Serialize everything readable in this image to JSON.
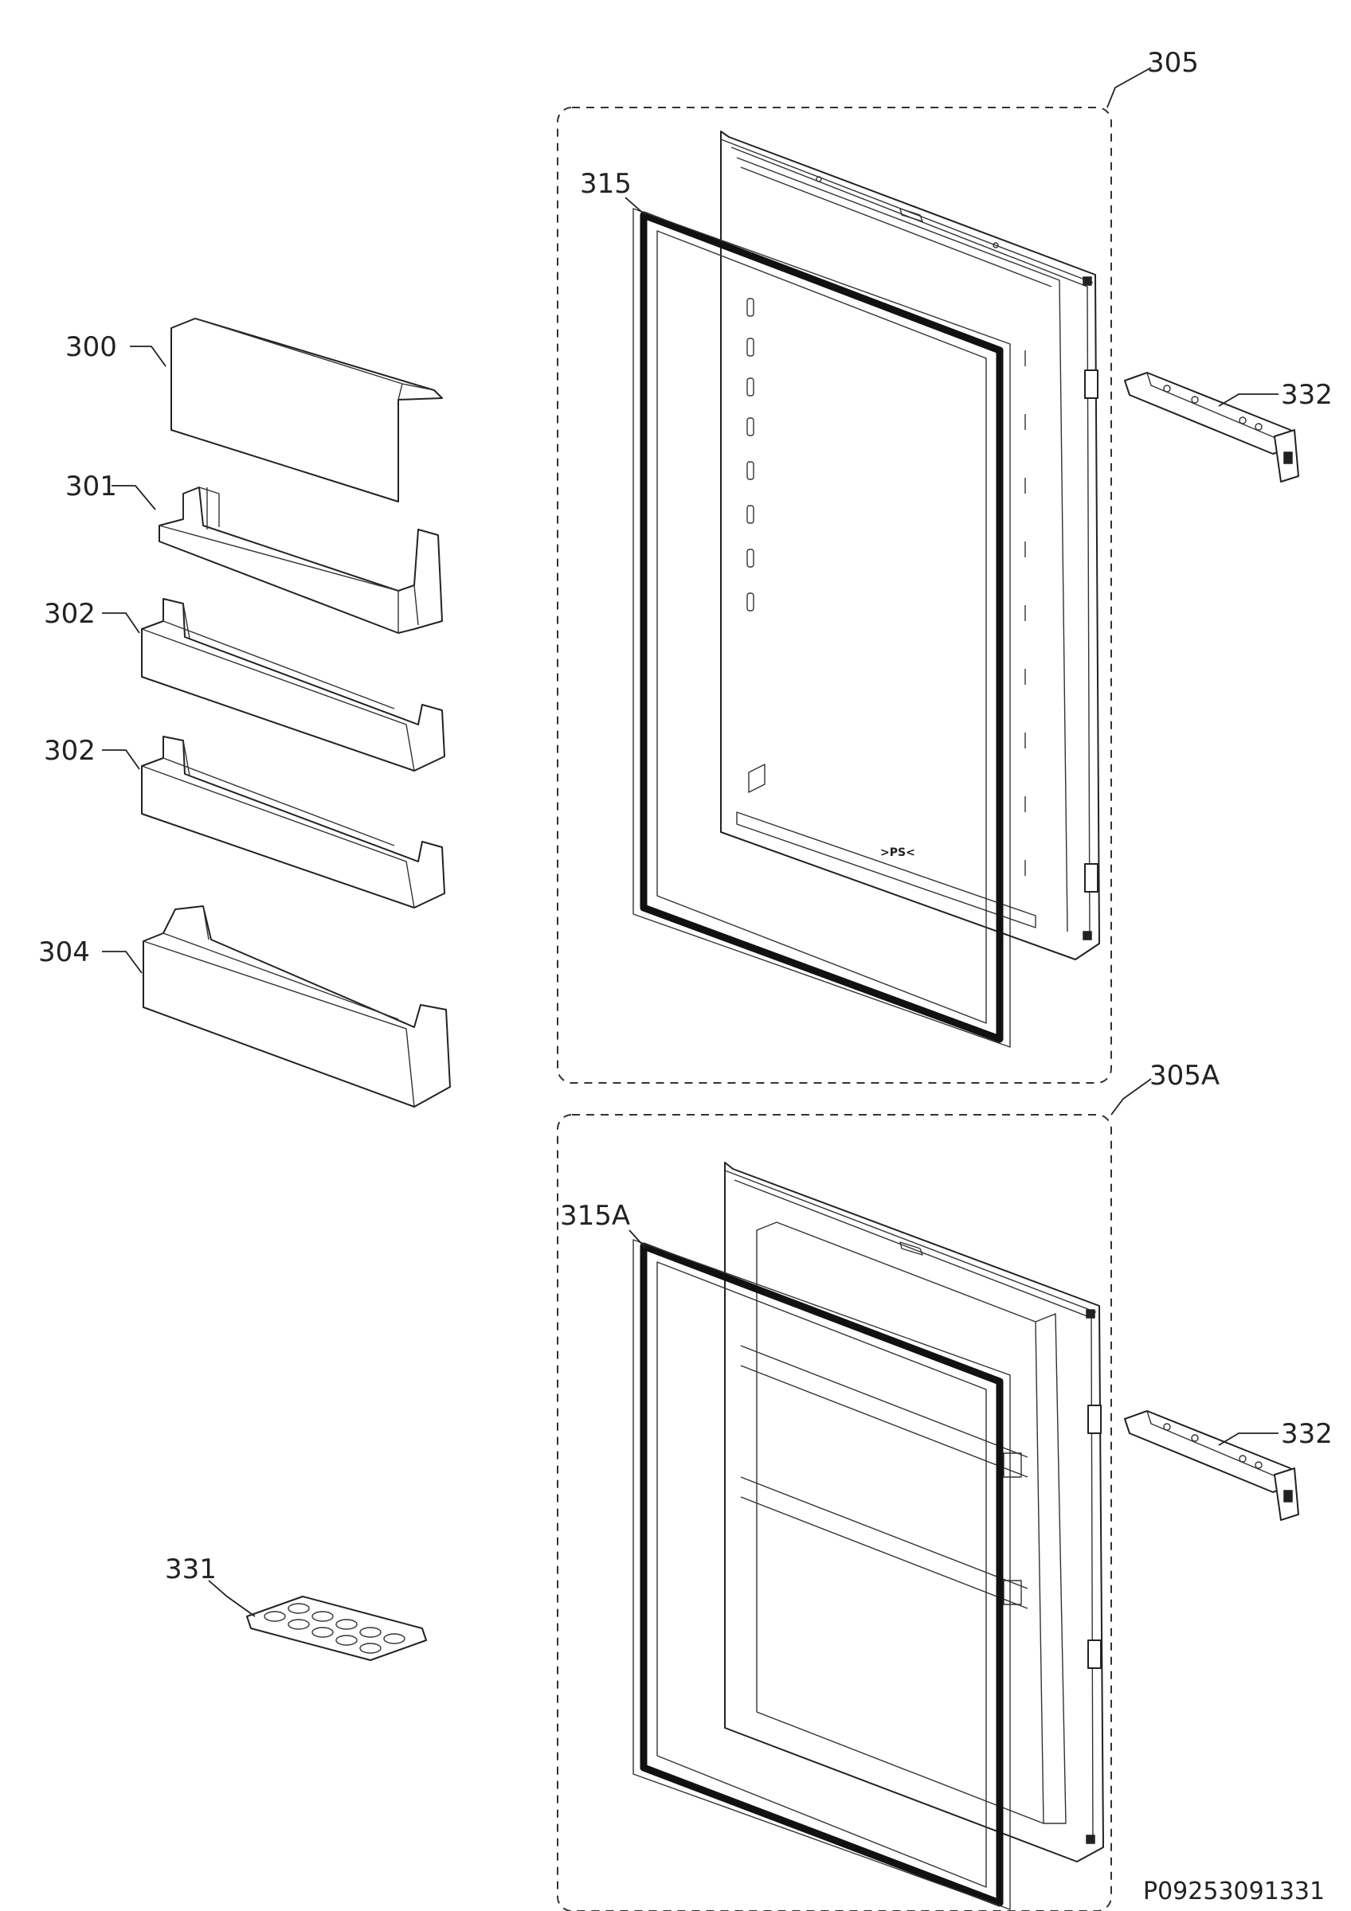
{
  "diagram": {
    "parts": [
      {
        "id": "p300",
        "label": "300"
      },
      {
        "id": "p301",
        "label": "301"
      },
      {
        "id": "p302a",
        "label": "302"
      },
      {
        "id": "p302b",
        "label": "302"
      },
      {
        "id": "p304",
        "label": "304"
      },
      {
        "id": "p305",
        "label": "305"
      },
      {
        "id": "p305a",
        "label": "305A"
      },
      {
        "id": "p315",
        "label": "315"
      },
      {
        "id": "p315a",
        "label": "315A"
      },
      {
        "id": "p331",
        "label": "331"
      },
      {
        "id": "p332a",
        "label": "332"
      },
      {
        "id": "p332b",
        "label": "332"
      }
    ],
    "door_marking": ">PS<",
    "drawing_code": "P09253091331"
  }
}
